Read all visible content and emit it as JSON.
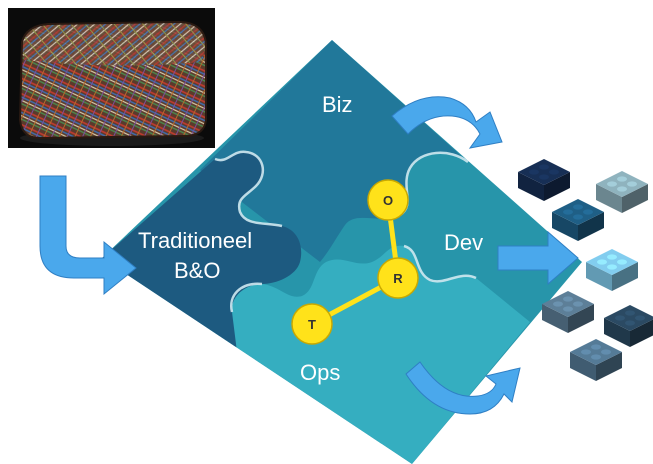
{
  "diagram": {
    "labels": {
      "biz": "Biz",
      "dev": "Dev",
      "ops": "Ops",
      "traditional_line1": "Traditioneel",
      "traditional_line2": "B&O"
    },
    "nodes": [
      {
        "id": "o",
        "label": "O"
      },
      {
        "id": "r",
        "label": "R"
      },
      {
        "id": "t",
        "label": "T"
      }
    ],
    "colors": {
      "dark_piece": "#1d5a80",
      "top_piece": "#21789a",
      "right_piece": "#2795aa",
      "bottom_piece": "#35aec0",
      "arrow": "#4aa8ec",
      "node_fill": "#ffe21a",
      "node_stroke": "#c9a800",
      "connector": "#ffe21a"
    },
    "bricks": [
      {
        "color": "#172f55"
      },
      {
        "color": "#8fb3be"
      },
      {
        "color": "#1f5f86"
      },
      {
        "color": "#82cdef"
      },
      {
        "color": "#5d7f98"
      },
      {
        "color": "#2b4a63"
      },
      {
        "color": "#557b97"
      }
    ]
  }
}
